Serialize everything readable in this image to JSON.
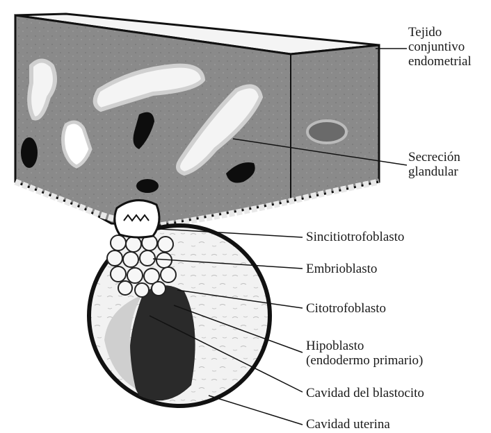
{
  "labels": {
    "tejido": [
      "Tejido",
      "conjuntivo",
      "endometrial"
    ],
    "secrecion": [
      "Secreción",
      "glandular"
    ],
    "sincitio": "Sincitiotrofoblasto",
    "embrio": "Embrioblasto",
    "cito": "Citotrofoblasto",
    "hipo": [
      "Hipoblasto",
      "(endodermo primario)"
    ],
    "cavidad_blasto": "Cavidad del blastocito",
    "cavidad_uterina": "Cavidad uterina"
  }
}
